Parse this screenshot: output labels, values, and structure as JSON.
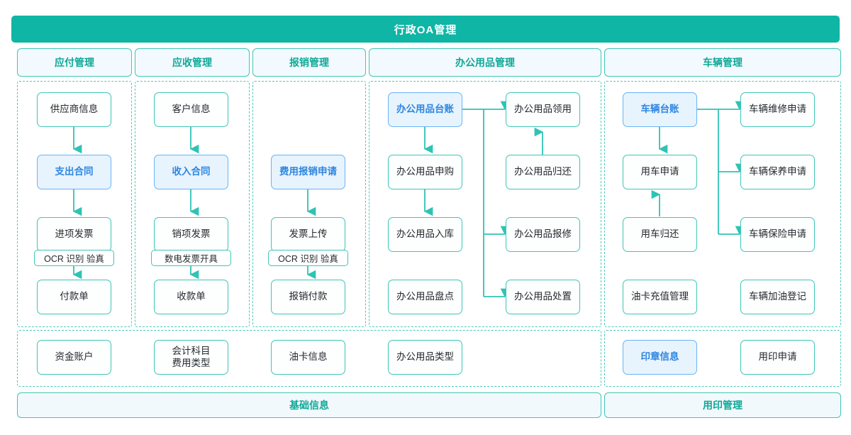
{
  "header": {
    "title": "行政OA管理"
  },
  "columns": [
    {
      "id": "payable",
      "label": "应付管理"
    },
    {
      "id": "receivable",
      "label": "应收管理"
    },
    {
      "id": "expense",
      "label": "报销管理"
    },
    {
      "id": "supplies",
      "label": "办公用品管理"
    },
    {
      "id": "vehicle",
      "label": "车辆管理"
    }
  ],
  "flows": {
    "payable": {
      "nodes": [
        {
          "label": "供应商信息",
          "highlight": false
        },
        {
          "label": "支出合同",
          "highlight": true
        },
        {
          "label": "进项发票",
          "highlight": false
        },
        {
          "label": "付款单",
          "highlight": false
        }
      ],
      "subtag": "OCR 识别 验真"
    },
    "receivable": {
      "nodes": [
        {
          "label": "客户信息",
          "highlight": false
        },
        {
          "label": "收入合同",
          "highlight": true
        },
        {
          "label": "销项发票",
          "highlight": false
        },
        {
          "label": "收款单",
          "highlight": false
        }
      ],
      "subtag": "数电发票开具"
    },
    "expense": {
      "nodes": [
        {
          "label": "费用报销申请",
          "highlight": true
        },
        {
          "label": "发票上传",
          "highlight": false
        },
        {
          "label": "报销付款",
          "highlight": false
        }
      ],
      "subtag": "OCR 识别 验真"
    },
    "supplies": {
      "left": [
        {
          "label": "办公用品台账",
          "highlight": true
        },
        {
          "label": "办公用品申购",
          "highlight": false
        },
        {
          "label": "办公用品入库",
          "highlight": false
        },
        {
          "label": "办公用品盘点",
          "highlight": false
        }
      ],
      "right": [
        {
          "label": "办公用品领用",
          "highlight": false
        },
        {
          "label": "办公用品归还",
          "highlight": false
        },
        {
          "label": "办公用品报修",
          "highlight": false
        },
        {
          "label": "办公用品处置",
          "highlight": false
        }
      ]
    },
    "vehicle": {
      "left": [
        {
          "label": "车辆台账",
          "highlight": true
        },
        {
          "label": "用车申请",
          "highlight": false
        },
        {
          "label": "用车归还",
          "highlight": false
        },
        {
          "label": "油卡充值管理",
          "highlight": false
        }
      ],
      "right": [
        {
          "label": "车辆维修申请",
          "highlight": false
        },
        {
          "label": "车辆保养申请",
          "highlight": false
        },
        {
          "label": "车辆保险申请",
          "highlight": false
        },
        {
          "label": "车辆加油登记",
          "highlight": false
        }
      ]
    }
  },
  "footer": {
    "basic": {
      "band_label": "基础信息",
      "items": [
        {
          "label": "资金账户",
          "highlight": false,
          "lines": [
            "资金账户"
          ]
        },
        {
          "label": "会计科目费用类型",
          "highlight": false,
          "lines": [
            "会计科目",
            "费用类型"
          ]
        },
        {
          "label": "油卡信息",
          "highlight": false,
          "lines": [
            "油卡信息"
          ]
        },
        {
          "label": "办公用品类型",
          "highlight": false,
          "lines": [
            "办公用品类型"
          ]
        }
      ]
    },
    "seal": {
      "band_label": "用印管理",
      "items": [
        {
          "label": "印章信息",
          "highlight": true,
          "lines": [
            "印章信息"
          ]
        },
        {
          "label": "用印申请",
          "highlight": false,
          "lines": [
            "用印申请"
          ]
        }
      ]
    }
  },
  "colors": {
    "teal": "#0fb5a5",
    "teal_border": "#3fc6b6",
    "blue_fill": "#e7f3fd",
    "blue_border": "#6ab4f5",
    "blue_text": "#2f86e0",
    "header_text": "#ffffff"
  }
}
